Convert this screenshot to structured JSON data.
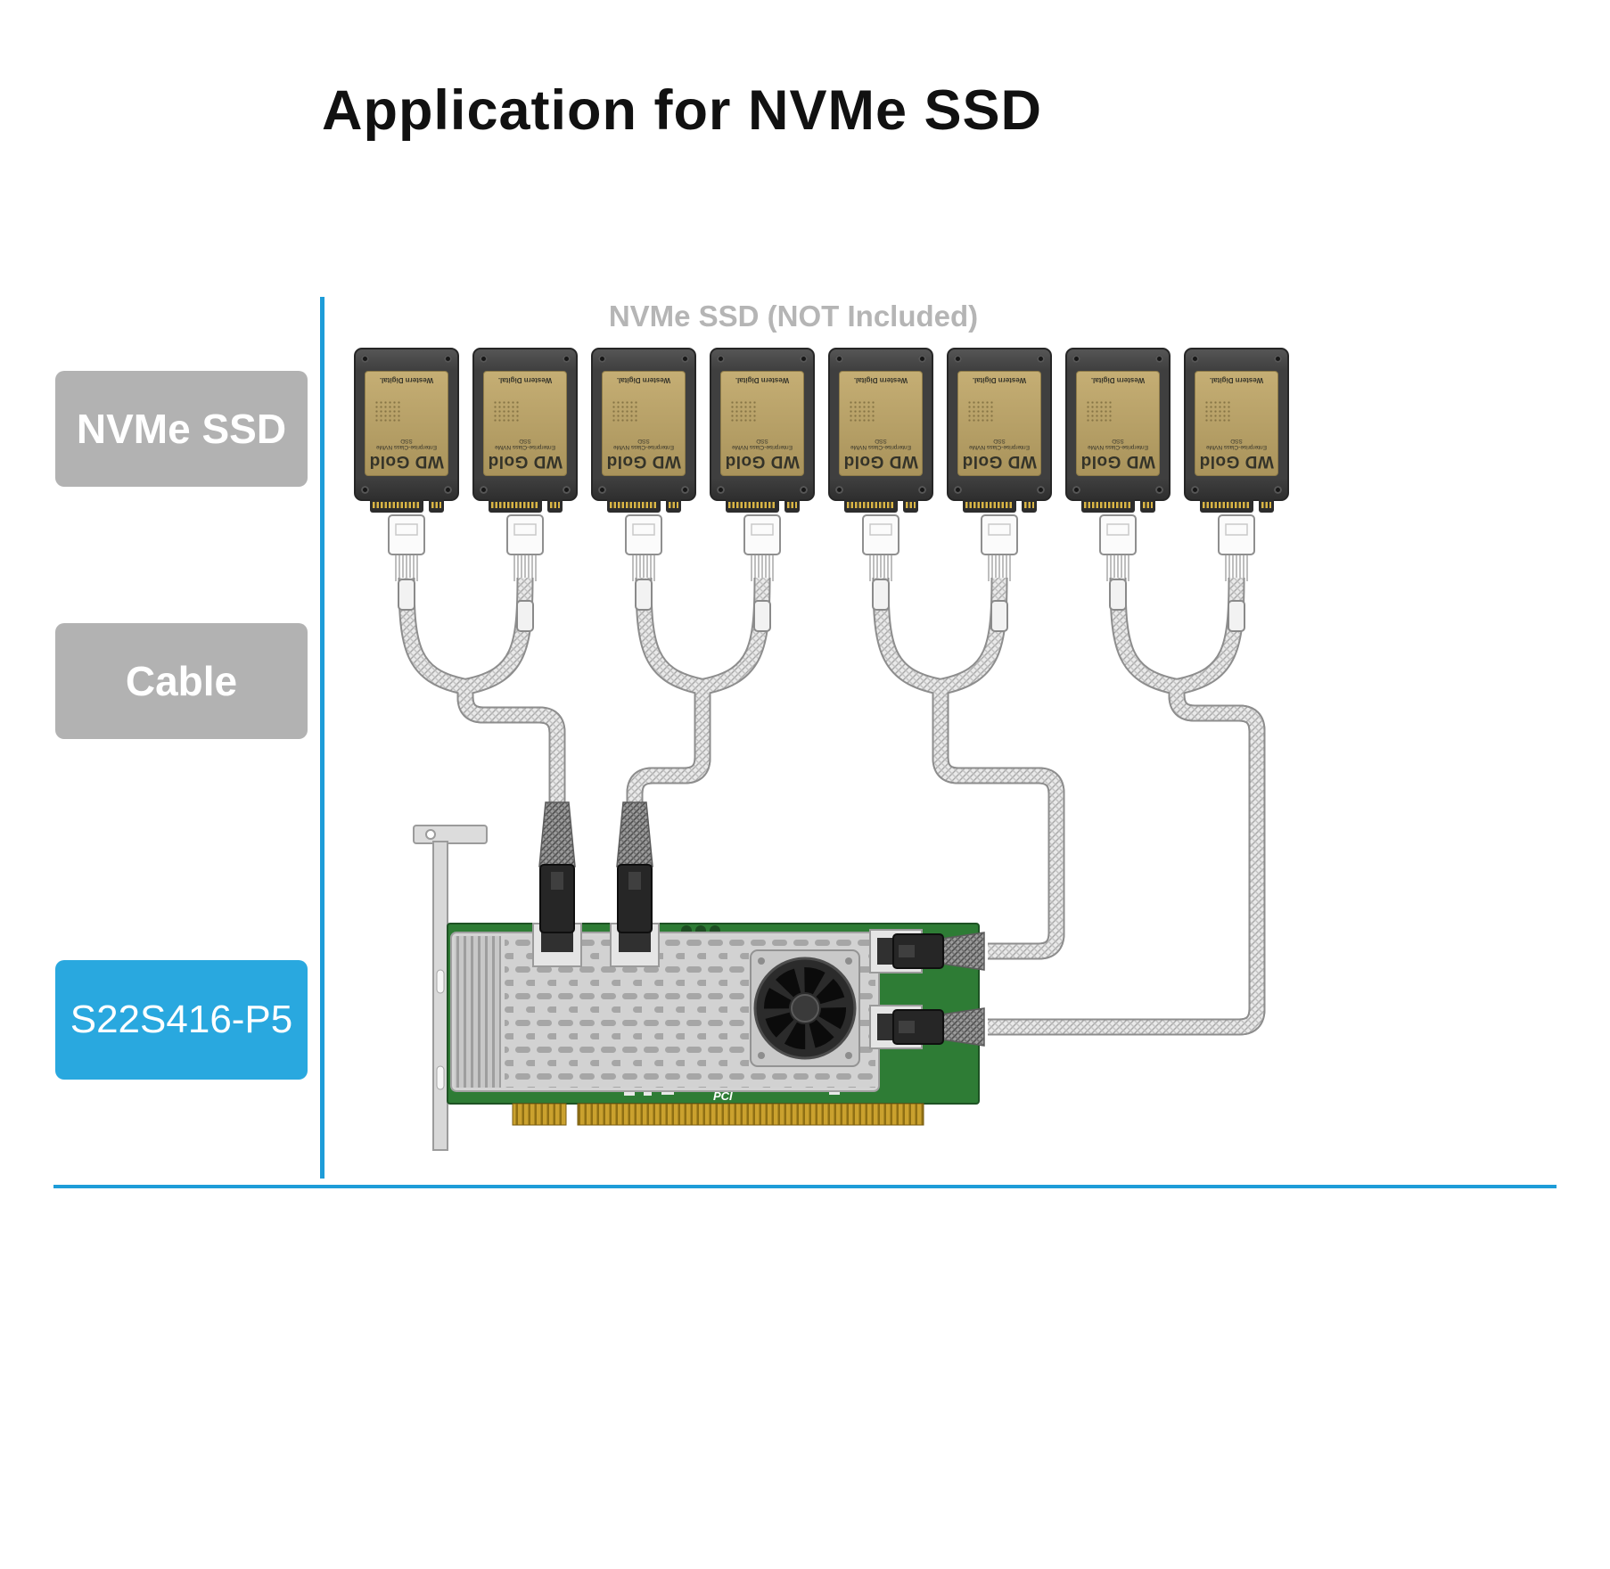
{
  "title": "Application for NVMe SSD",
  "note": "NVMe SSD (NOT Included)",
  "side_labels": {
    "ssd": "NVMe SSD",
    "cable": "Cable",
    "card": "S22S416-P5"
  },
  "ssds": [
    {
      "brand": "WD Gold",
      "sub": "Enterprise-Class NVMe SSD",
      "maker": "Western Digital."
    },
    {
      "brand": "WD Gold",
      "sub": "Enterprise-Class NVMe SSD",
      "maker": "Western Digital."
    },
    {
      "brand": "WD Gold",
      "sub": "Enterprise-Class NVMe SSD",
      "maker": "Western Digital."
    },
    {
      "brand": "WD Gold",
      "sub": "Enterprise-Class NVMe SSD",
      "maker": "Western Digital."
    },
    {
      "brand": "WD Gold",
      "sub": "Enterprise-Class NVMe SSD",
      "maker": "Western Digital."
    },
    {
      "brand": "WD Gold",
      "sub": "Enterprise-Class NVMe SSD",
      "maker": "Western Digital."
    },
    {
      "brand": "WD Gold",
      "sub": "Enterprise-Class NVMe SSD",
      "maker": "Western Digital."
    },
    {
      "brand": "WD Gold",
      "sub": "Enterprise-Class NVMe SSD",
      "maker": "Western Digital."
    }
  ],
  "card": {
    "silkscreen": "PCI"
  },
  "colors": {
    "accent_line": "#1e9cd8",
    "accent_box": "#29a8df",
    "label_gray": "#b2b2b2",
    "gold_light": "#c5ae74",
    "gold_dark": "#a9935b",
    "pcb_green": "#2e7c35"
  }
}
